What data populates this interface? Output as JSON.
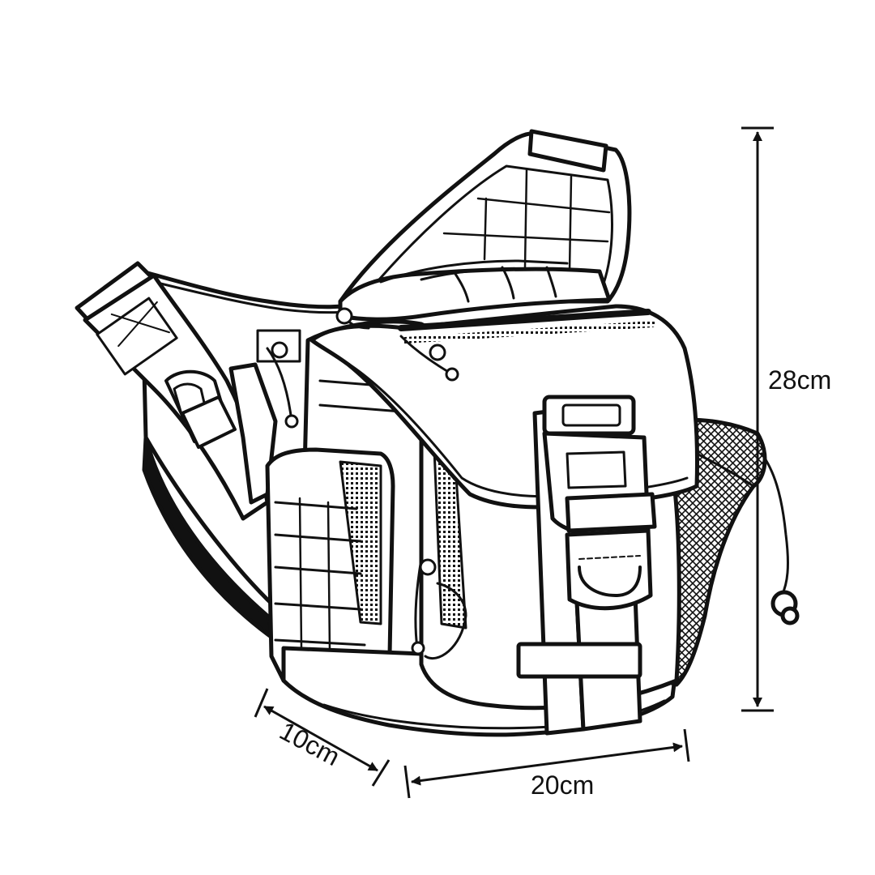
{
  "dimensions": {
    "height": "28cm",
    "width": "20cm",
    "depth": "10cm"
  },
  "colors": {
    "line": "#111111",
    "background": "#ffffff"
  },
  "icons": [
    "shoulder-bag-drawing",
    "dimension-arrow"
  ]
}
